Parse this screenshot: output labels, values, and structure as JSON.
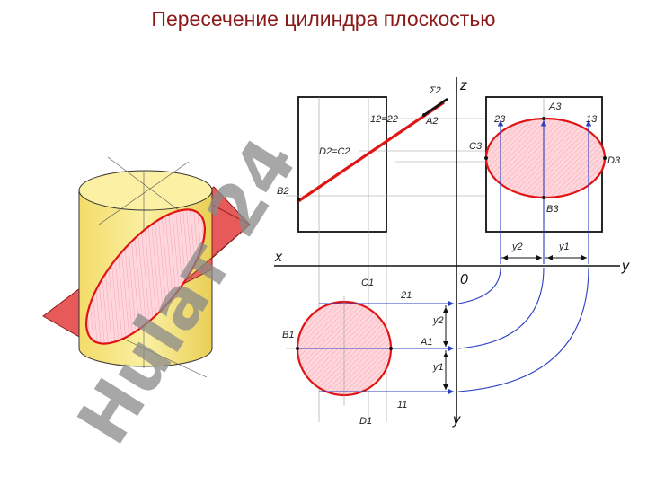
{
  "title": "Пересечение цилиндра плоскостью",
  "watermark": "Hulaт 24",
  "colors": {
    "title": "#8b1a1a",
    "section_red": "#e11414",
    "section_fill": "#ffd0d6",
    "cylinder_yellow": "#f7e98a",
    "plane_red": "#e65a5a",
    "projection_blue": "#2b3fc0",
    "watermark_gray": "#9a9a9a",
    "watermark_purple": "#b8b3f0"
  },
  "axes": {
    "z": "z",
    "x": "x",
    "y_right": "y",
    "y_bottom": "y",
    "origin": "0"
  },
  "labels": {
    "sigma2": "Σ2",
    "p12_22": "12=22",
    "A2": "A2",
    "D2C2": "D2=C2",
    "B2": "B2",
    "A3": "A3",
    "p2_3": "23",
    "p1_3": "13",
    "C3": "C3",
    "D3": "D3",
    "B3": "B3",
    "y2": "y2",
    "y1": "y1",
    "C1": "C1",
    "p2_1": "21",
    "B1": "B1",
    "A1": "A1",
    "p1_1": "11",
    "D1": "D1",
    "y2_v": "y2",
    "y1_v": "y1"
  }
}
